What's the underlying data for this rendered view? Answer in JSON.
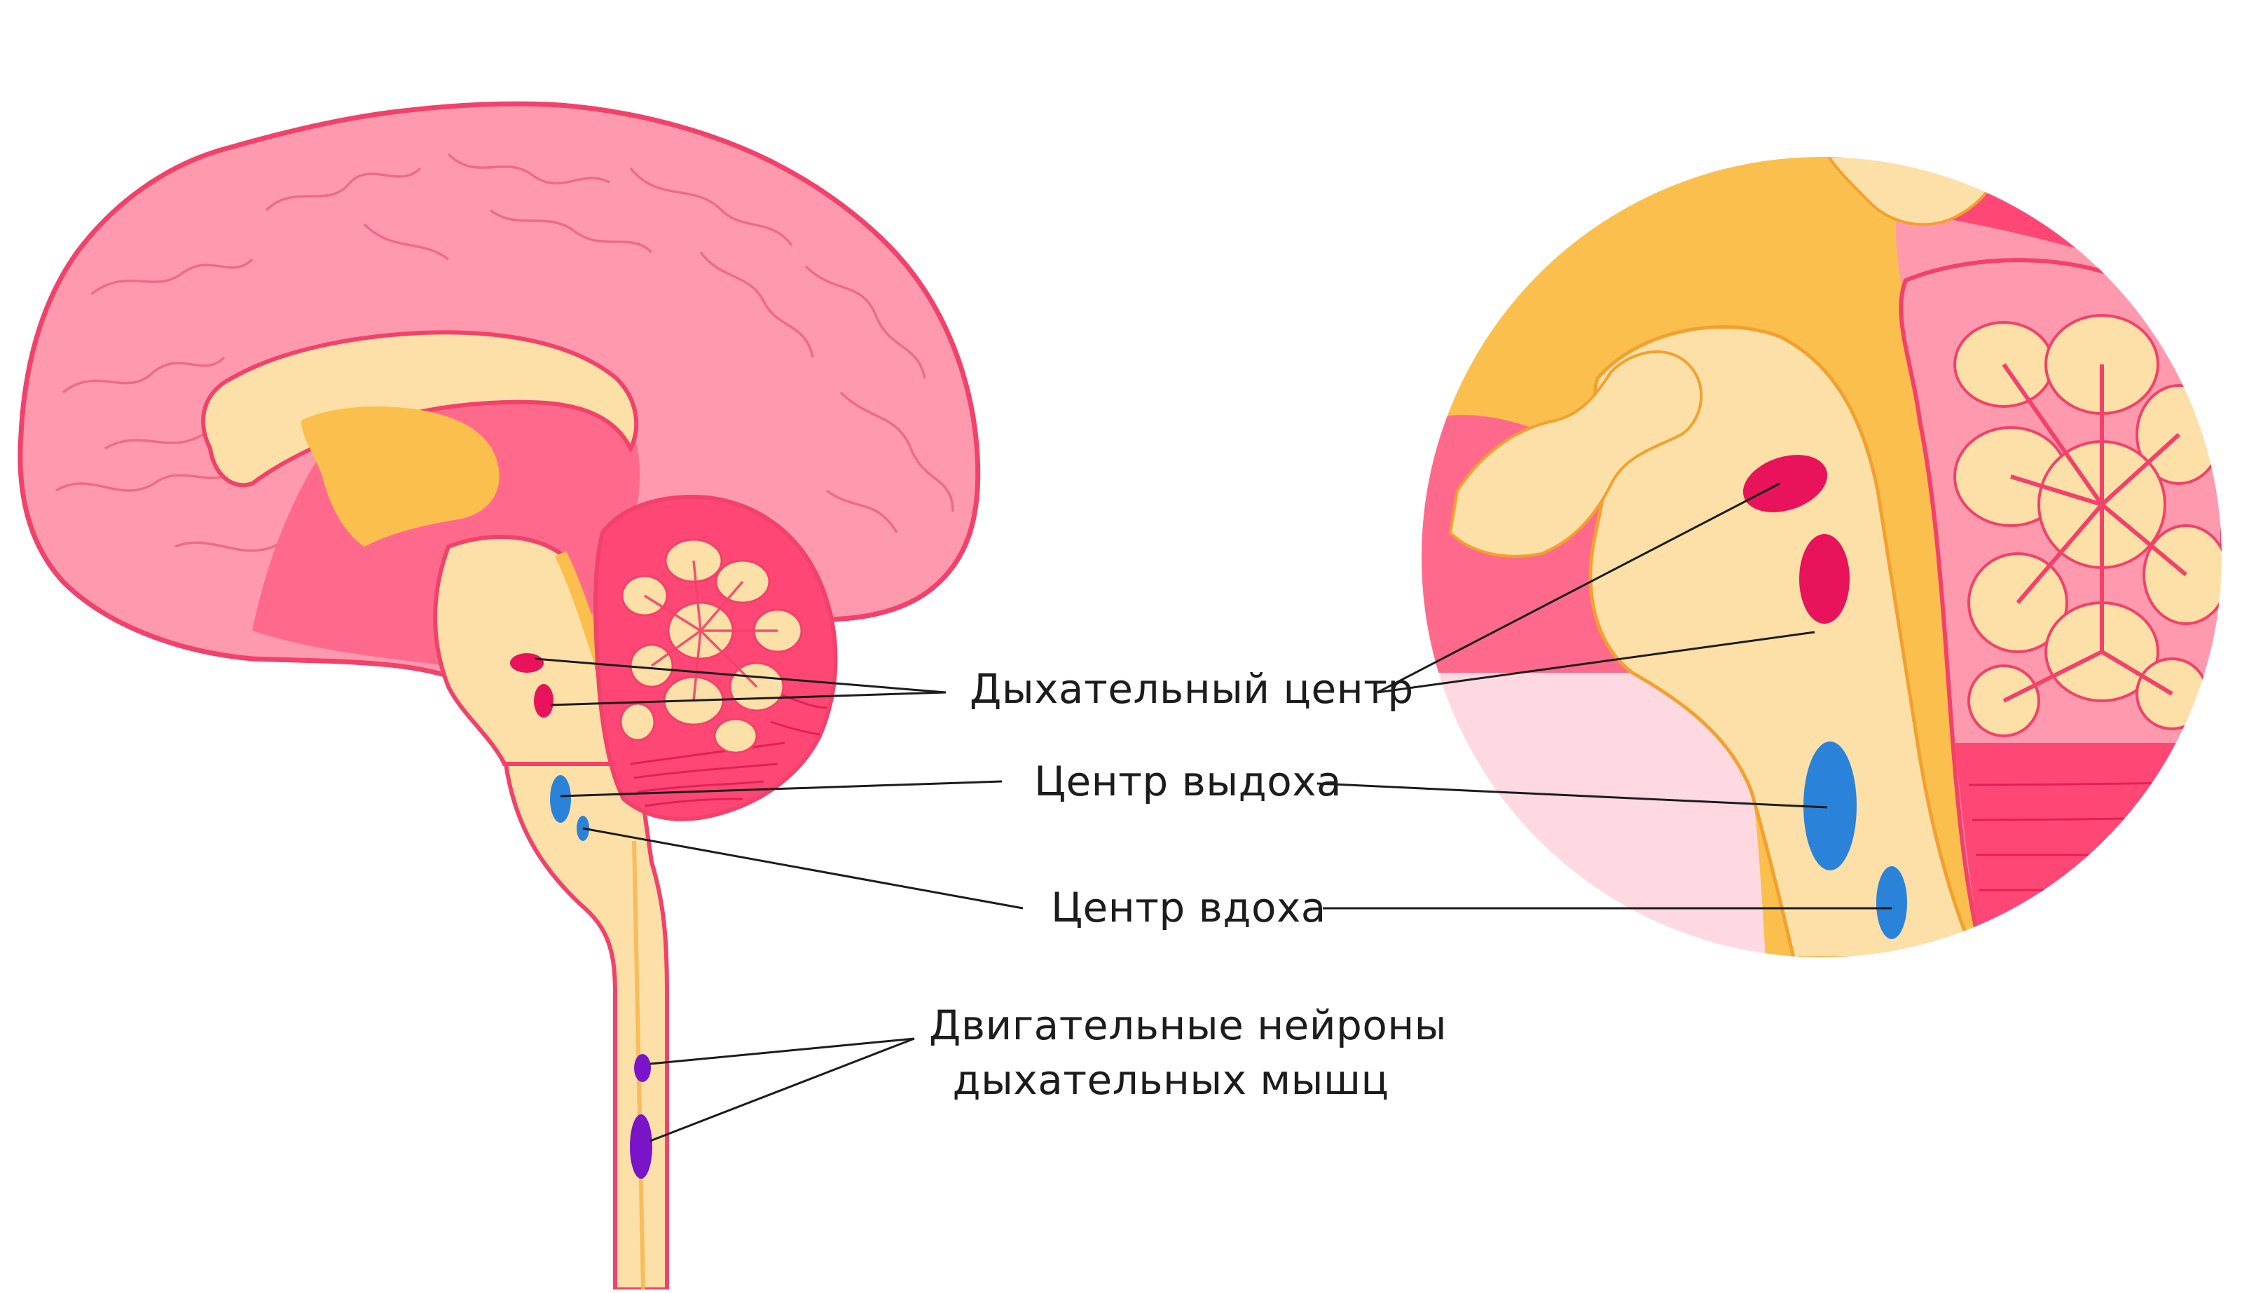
{
  "labels": {
    "respiratory_center": "Дыхательный центр",
    "expiration_center": "Центр выдоха",
    "inspiration_center": "Центр вдоха",
    "motor_neurons_line1": "Двигательные нейроны",
    "motor_neurons_line2": "дыхательных мышц"
  },
  "colors": {
    "cortex": "#ff9aae",
    "cortex_outline": "#f2416a",
    "inner_pink": "#ff6a8c",
    "cream": "#fde0a8",
    "yellow": "#fbbf4e",
    "crimson": "#e8135a",
    "cerebellum_lines": "#f03a66",
    "blue": "#2b82d9",
    "purple": "#7a14c8",
    "light_pink": "#ffd9e2",
    "leader_lines": "#1c1c1c"
  }
}
